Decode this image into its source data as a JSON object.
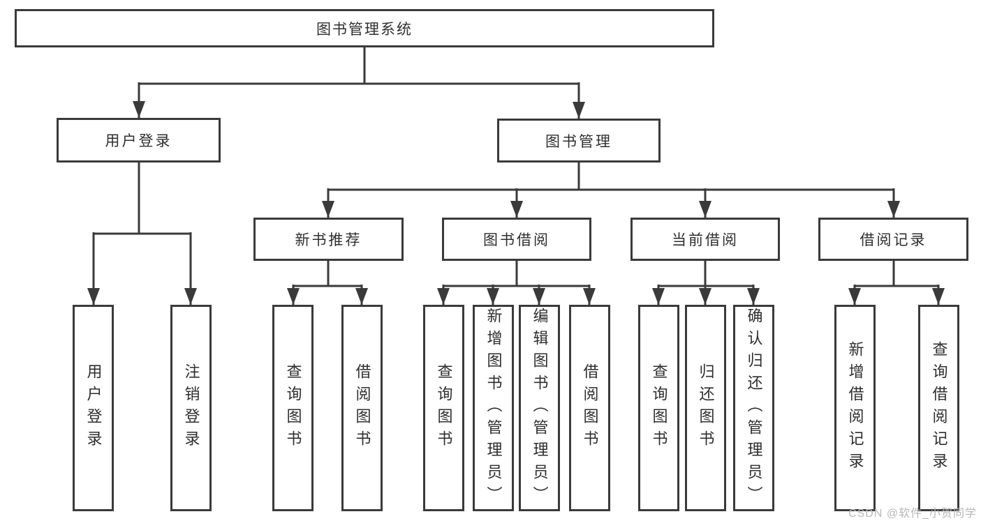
{
  "tree": {
    "root": "图书管理系统",
    "user_login": {
      "label": "用户登录",
      "children": {
        "login": "用户登录",
        "logout": "注销登录"
      }
    },
    "book_mgmt": {
      "label": "图书管理",
      "groups": {
        "new_book": {
          "label": "新书推荐",
          "children": {
            "query": "查询图书",
            "borrow": "借阅图书"
          }
        },
        "borrow": {
          "label": "图书借阅",
          "children": {
            "query": "查询图书",
            "add": "新增图书（管理员）",
            "edit": "编辑图书（管理员）",
            "borrow": "借阅图书"
          }
        },
        "current": {
          "label": "当前借阅",
          "children": {
            "query": "查询图书",
            "return": "归还图书",
            "confirm": "确认归还（管理员）"
          }
        },
        "record": {
          "label": "借阅记录",
          "children": {
            "add": "新增借阅记录",
            "query": "查询借阅记录"
          }
        }
      }
    }
  },
  "watermark": "CSDN @软件_小贺同学",
  "colors": {
    "line": "#3a3a3a",
    "text": "#2e2e2e",
    "watermark": "#b7b7b7",
    "background": "#ffffff"
  }
}
